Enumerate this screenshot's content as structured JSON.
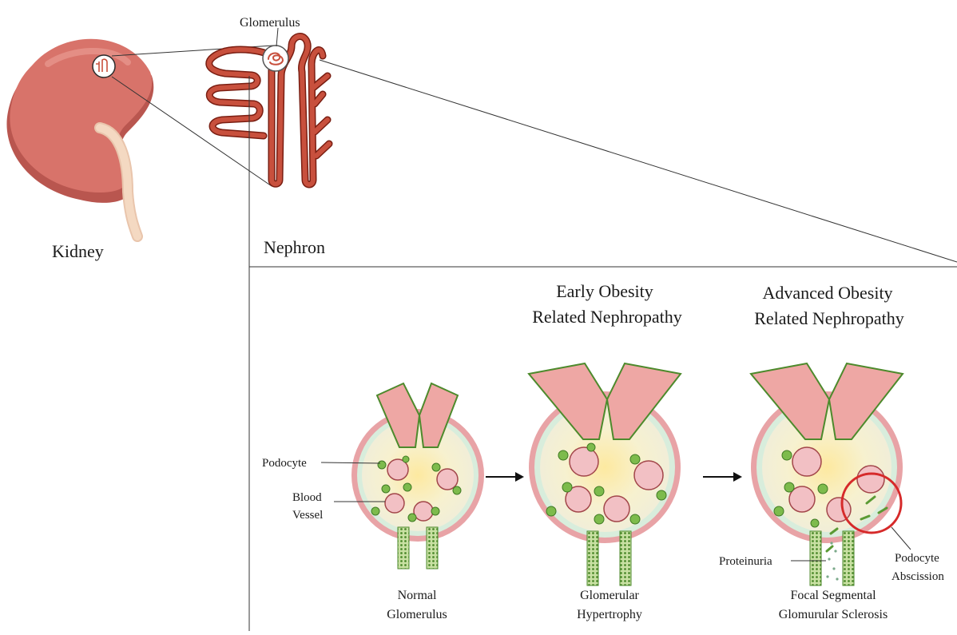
{
  "labels": {
    "kidney": "Kidney",
    "nephron": "Nephron",
    "glomerulus": "Glomerulus",
    "podocyte": "Podocyte",
    "blood_vessel_line1": "Blood",
    "blood_vessel_line2": "Vessel",
    "proteinuria": "Proteinuria",
    "podocyte_abscission_line1": "Podocyte",
    "podocyte_abscission_line2": "Abscission"
  },
  "stages": [
    {
      "title_line1": "",
      "title_line2": "",
      "caption_line1": "Normal",
      "caption_line2": "Glomerulus"
    },
    {
      "title_line1": "Early Obesity",
      "title_line2": "Related Nephropathy",
      "caption_line1": "Glomerular",
      "caption_line2": "Hypertrophy"
    },
    {
      "title_line1": "Advanced Obesity",
      "title_line2": "Related Nephropathy",
      "caption_line1": "Focal Segmental",
      "caption_line2": "Glomurular Sclerosis"
    }
  ],
  "colors": {
    "kidney": "#d8736a",
    "kidney_shadow": "#b9564f",
    "ureter": "#f4d9c2",
    "tubule": "#c8503d",
    "capsule": "#e8a3a6",
    "capsule_inner": "#f4f1dc",
    "vessel": "#eea7a4",
    "podocyte_green": "#7dbb4c",
    "abscission_ring": "#d62a2a"
  }
}
